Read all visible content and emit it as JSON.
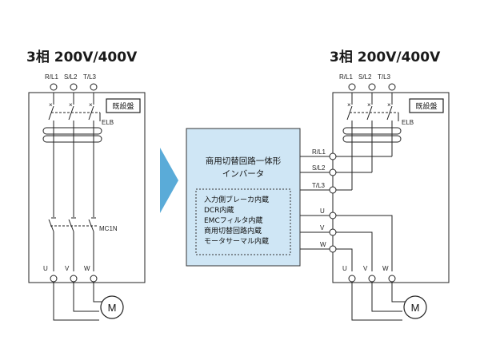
{
  "left_panel": {
    "title": "3相 200V/400V",
    "terminals_in": [
      "R/L1",
      "S/L2",
      "T/L3"
    ],
    "equipment_label": "既設盤",
    "breaker_label": "ELB",
    "contactor_label": "MC1N",
    "terminals_out": [
      "U",
      "V",
      "W"
    ],
    "motor_label": "M"
  },
  "arrow": {
    "color": "#5aabd8"
  },
  "inverter": {
    "title_line1": "商用切替回路一体形",
    "title_line2": "インバータ",
    "features": [
      "入力側ブレーカ内蔵",
      "DCR内蔵",
      "EMCフィルタ内蔵",
      "商用切替回路内蔵",
      "モータサーマル内蔵"
    ],
    "input_labels": [
      "R/L1",
      "S/L2",
      "T/L3"
    ],
    "output_labels": [
      "U",
      "V",
      "W"
    ],
    "fill_color": "#cfe6f5"
  },
  "right_panel": {
    "title": "3相 200V/400V",
    "terminals_in": [
      "R/L1",
      "S/L2",
      "T/L3"
    ],
    "equipment_label": "既設盤",
    "breaker_label": "ELB",
    "terminals_out": [
      "U",
      "V",
      "W"
    ],
    "motor_label": "M"
  }
}
